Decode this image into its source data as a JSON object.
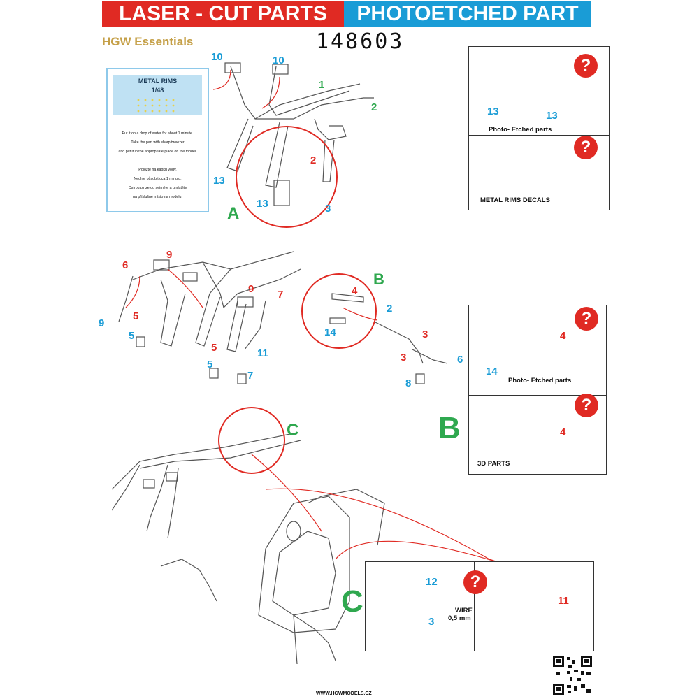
{
  "header": {
    "laser_title": "LASER - CUT PARTS",
    "photo_title": "PHOTOETCHED PART",
    "brand": "HGW Essentials",
    "product_code": "148603"
  },
  "metal_rims_box": {
    "title": "METAL RIMS",
    "scale": "1/48",
    "instructions": [
      "Put it on a drop of water for about 1 minute.",
      "Take the part with sharp tweezer",
      "and put it in the appropriate place on the model.",
      "Položte na kapku vody.",
      "Nechte působit cca 1 minutu.",
      "Ostrou pinzetou sejměte a umístěte",
      "na příslušné místo na modelu."
    ]
  },
  "panels": {
    "photo_etched_a": "Photo- Etched parts",
    "metal_rims_decals": "METAL RIMS DECALS",
    "photo_etched_b": "Photo- Etched parts",
    "parts_3d": "3D PARTS",
    "wire_label": "WIRE",
    "wire_size": "0,5 mm",
    "question": "?"
  },
  "section_letters": {
    "a": "A",
    "b": "B",
    "c": "C"
  },
  "callouts": [
    {
      "text": "10",
      "color": "blue"
    },
    {
      "text": "10",
      "color": "blue"
    },
    {
      "text": "1",
      "color": "green"
    },
    {
      "text": "2",
      "color": "green"
    },
    {
      "text": "2",
      "color": "red"
    },
    {
      "text": "13",
      "color": "blue"
    },
    {
      "text": "13",
      "color": "blue"
    },
    {
      "text": "3",
      "color": "blue"
    },
    {
      "text": "13",
      "color": "blue"
    },
    {
      "text": "13",
      "color": "blue"
    },
    {
      "text": "6",
      "color": "red"
    },
    {
      "text": "9",
      "color": "red"
    },
    {
      "text": "9",
      "color": "blue"
    },
    {
      "text": "5",
      "color": "red"
    },
    {
      "text": "5",
      "color": "blue"
    },
    {
      "text": "9",
      "color": "red"
    },
    {
      "text": "7",
      "color": "red"
    },
    {
      "text": "5",
      "color": "red"
    },
    {
      "text": "5",
      "color": "blue"
    },
    {
      "text": "11",
      "color": "blue"
    },
    {
      "text": "7",
      "color": "blue"
    },
    {
      "text": "4",
      "color": "red"
    },
    {
      "text": "2",
      "color": "blue"
    },
    {
      "text": "14",
      "color": "blue"
    },
    {
      "text": "3",
      "color": "red"
    },
    {
      "text": "3",
      "color": "red"
    },
    {
      "text": "6",
      "color": "blue"
    },
    {
      "text": "8",
      "color": "blue"
    },
    {
      "text": "4",
      "color": "red"
    },
    {
      "text": "14",
      "color": "blue"
    },
    {
      "text": "4",
      "color": "red"
    },
    {
      "text": "12",
      "color": "blue"
    },
    {
      "text": "3",
      "color": "blue"
    },
    {
      "text": "11",
      "color": "red"
    }
  ],
  "footer": {
    "website": "WWW.HGWMODELS.CZ"
  },
  "colors": {
    "red": "#e02a23",
    "blue": "#1a9cd6",
    "green": "#2fa84f",
    "gold": "#c5a048"
  }
}
